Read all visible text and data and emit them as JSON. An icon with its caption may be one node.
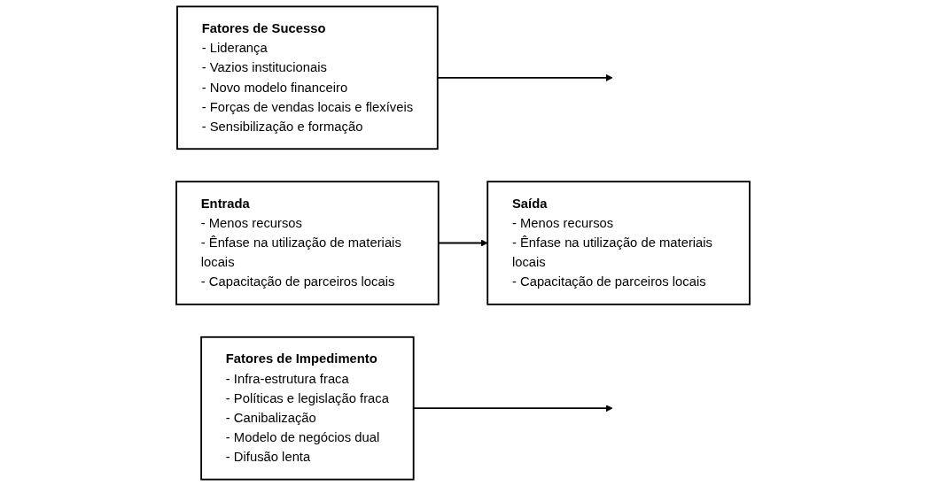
{
  "diagram": {
    "nodes": [
      {
        "text": [
          "Fatores de Sucesso",
          "- Liderança",
          "- Vazios institucionais",
          "- Novo modelo financeiro",
          "- Forças de vendas locais e flexíveis",
          "- Sensibilização e formação"
        ]
      },
      {
        "text": [
          "Entrada",
          "- Menos recursos",
          "- Ênfase na utilização de materiais locais",
          "- Capacitação de parceiros locais"
        ]
      },
      {
        "text": [
          "Saída",
          "- Menos recursos",
          "- Ênfase na utilização de materiais locais",
          "- Capacitação de parceiros locais"
        ]
      },
      {
        "text": [
          "Fatores de Impedimento",
          "- Infra-estrutura fraca",
          "- Políticas e legislação fraca",
          "- Canibalização",
          "- Modelo de negócios dual",
          "- Difusão lenta"
        ]
      }
    ],
    "edges": [
      {
        "from": 1,
        "to": 2,
        "arrow": "to"
      },
      {
        "from": 0,
        "to": null,
        "arrow": "to"
      },
      {
        "from": 3,
        "to": null,
        "arrow": "to"
      }
    ]
  }
}
